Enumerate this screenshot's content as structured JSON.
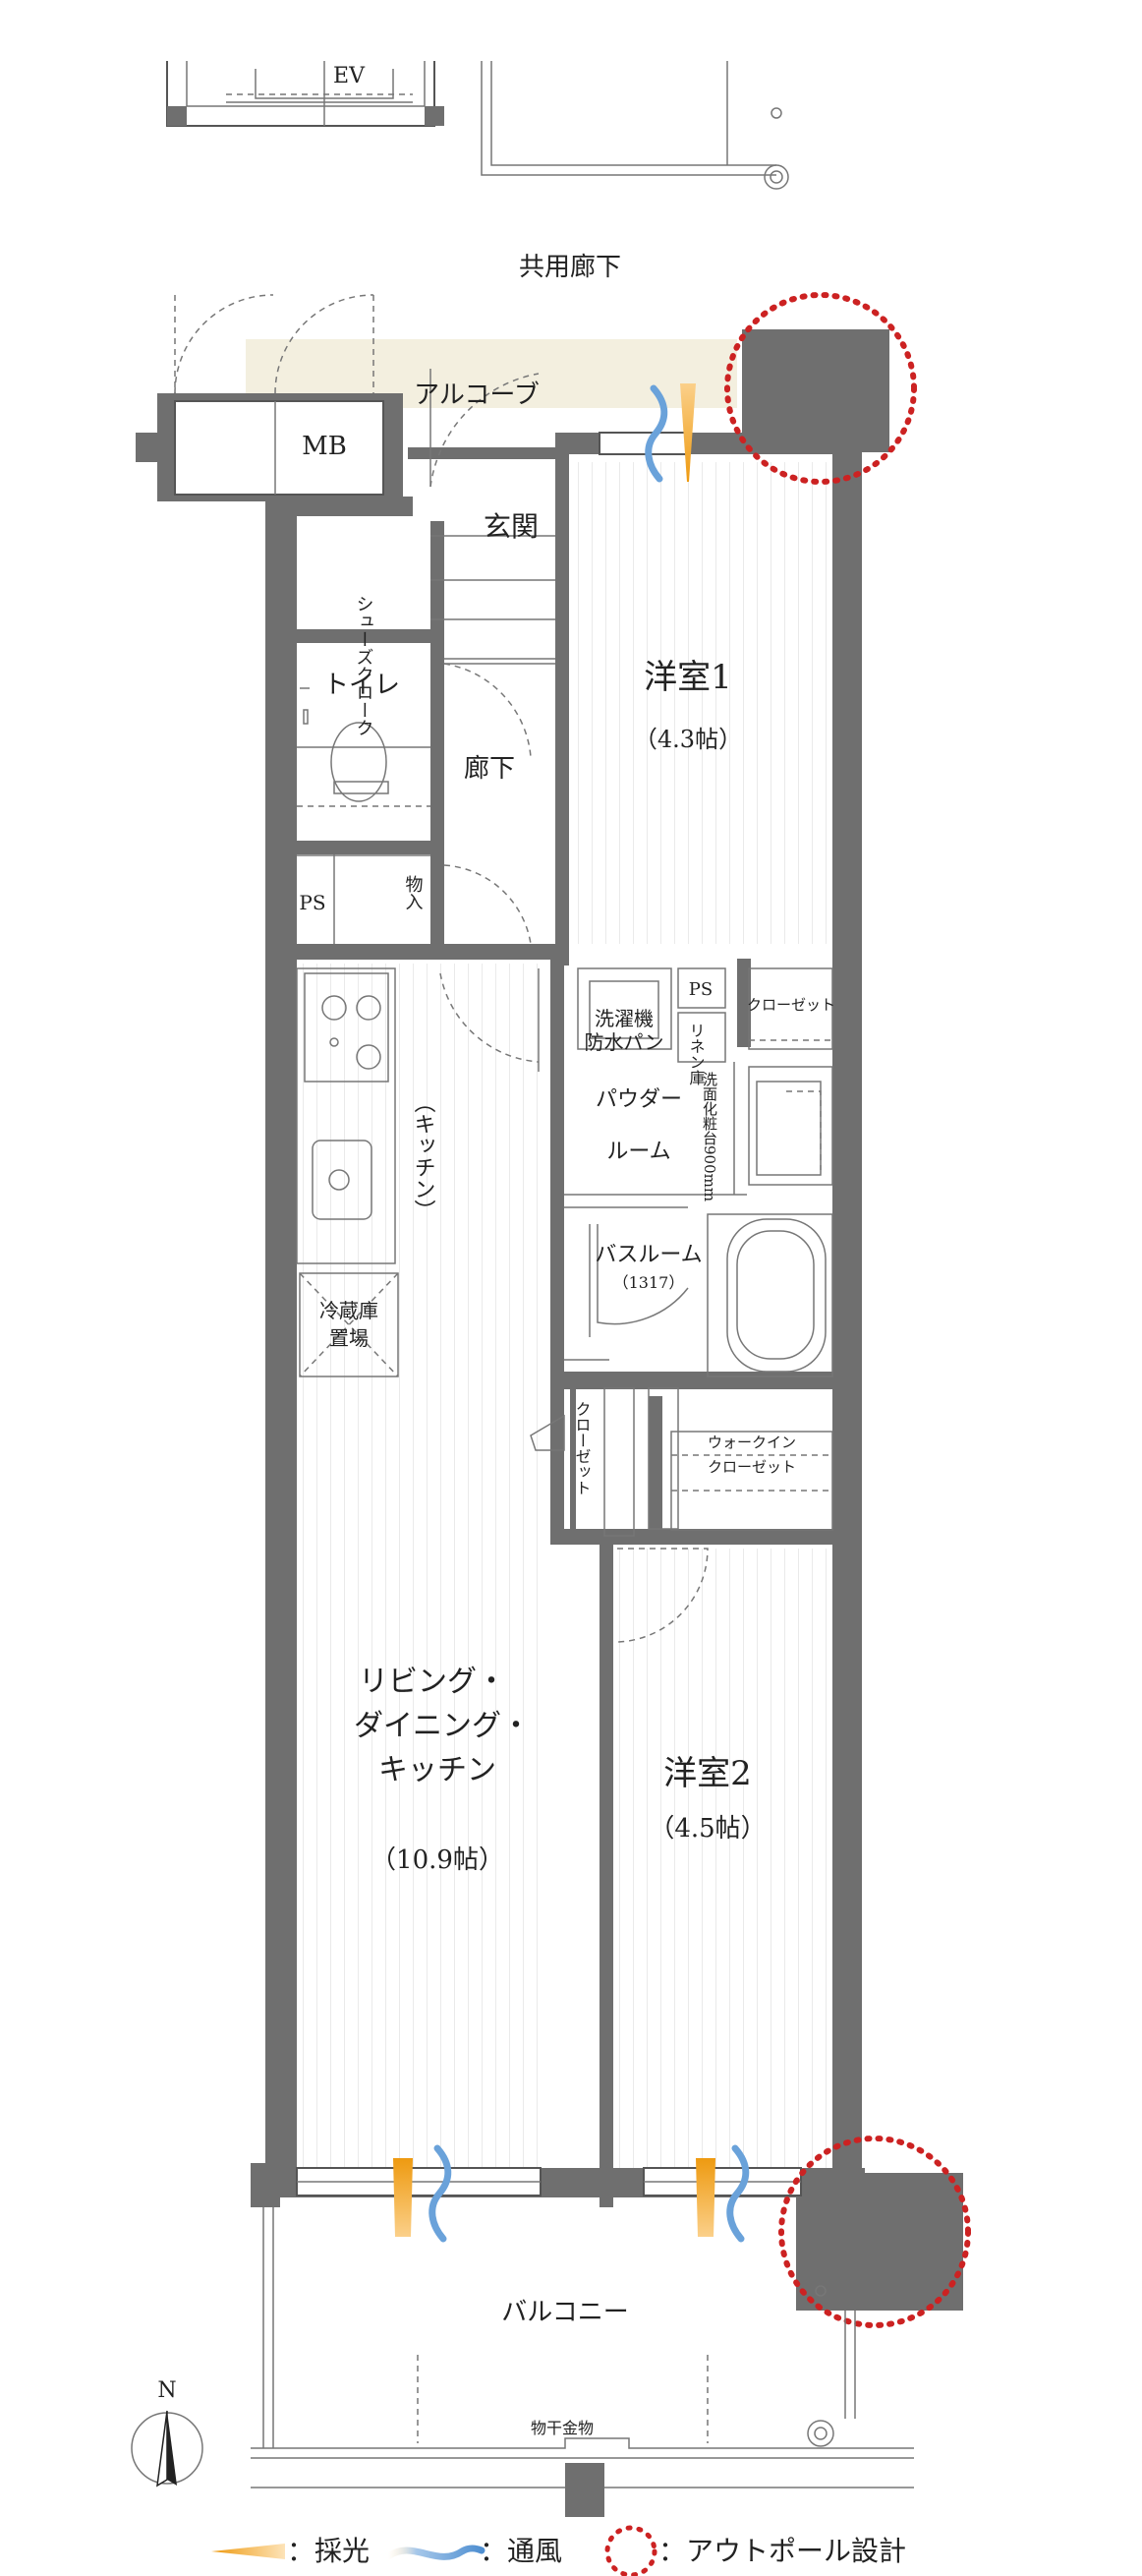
{
  "labels": {
    "ev": "EV",
    "corridor": "共用廊下",
    "mb": "MB",
    "alcove": "アルコーブ",
    "entrance": "玄関",
    "shoe_closet": "シューズクローク",
    "toilet": "トイレ",
    "hallway": "廊下",
    "ps1": "PS",
    "storage": "物入",
    "western_room_1": "洋室1",
    "western_room_1_size": "（4.3帖）",
    "ps2": "PS",
    "closet1": "クローゼット",
    "washer_line1": "洗濯機",
    "washer_line2": "防水パン",
    "linen": "リネン庫",
    "vanity": "洗面化粧台900mm",
    "powder_line1": "パウダー",
    "powder_line2": "ルーム",
    "kitchen": "（キッチン）",
    "bathroom": "バスルーム",
    "bathroom_size": "（1317）",
    "fridge_line1": "冷蔵庫",
    "fridge_line2": "置場",
    "closet2": "クローゼット",
    "wic_line1": "ウォークイン",
    "wic_line2": "クローゼット",
    "ldk_line1": "リビング・",
    "ldk_line2": "ダイニング・",
    "ldk_line3": "キッチン",
    "ldk_size": "（10.9帖）",
    "western_room_2": "洋室2",
    "western_room_2_size": "（4.5帖）",
    "balcony": "バルコニー",
    "drying_hardware": "物干金物",
    "north": "N"
  },
  "legend": {
    "daylight": "：採光",
    "ventilation": "：通風",
    "outpole": "：アウトポール設計"
  },
  "colors": {
    "wall": "#6f6f6f",
    "light_arrow": "#f0a21a",
    "wind": "#5b9ad6",
    "outpole_circle": "#c22222",
    "alcove_shade": "#f3efdf"
  }
}
